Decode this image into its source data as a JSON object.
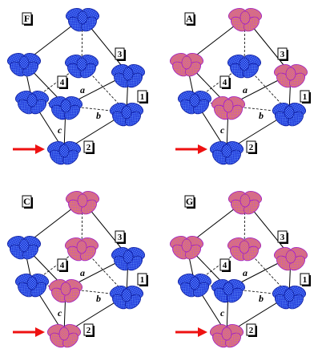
{
  "panels": [
    {
      "id": "F",
      "label": "F",
      "highlighted_sites": []
    },
    {
      "id": "A",
      "label": "A",
      "highlighted_sites": [
        "top",
        "left-upper",
        "right-back",
        "front-mid"
      ]
    },
    {
      "id": "C",
      "label": "C",
      "highlighted_sites": [
        "top",
        "center",
        "front-mid",
        "bottom"
      ]
    },
    {
      "id": "G",
      "label": "G",
      "highlighted_sites": [
        "top",
        "left-upper",
        "center",
        "right-back",
        "bottom"
      ]
    }
  ],
  "site_labels": [
    "1",
    "2",
    "3",
    "4"
  ],
  "axis_labels": [
    "a",
    "b",
    "c"
  ],
  "colors": {
    "base_orbital": "#1a2fd6",
    "base_mesh": "#6aa0ff",
    "highlight_orbital": "#c040e0",
    "highlight_mesh": "#f0a020",
    "arrow": "#ee1111",
    "edge": "#000000"
  },
  "icons": {
    "arrow": "red-arrow-icon",
    "orbital": "orbital-lobe-icon"
  }
}
